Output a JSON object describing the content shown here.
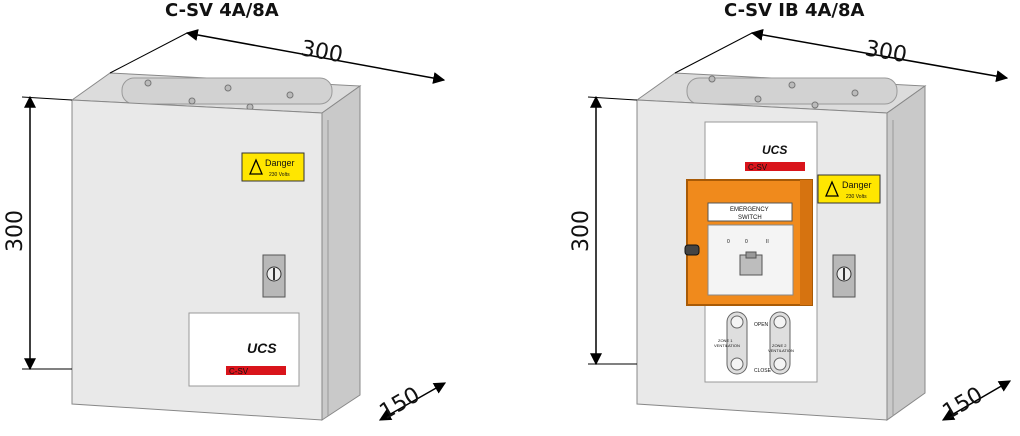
{
  "left_unit": {
    "title": "C-SV 4A/8A",
    "width_dim": "300",
    "height_dim": "300",
    "depth_dim": "150",
    "danger_label": "Danger",
    "danger_sub": "230 Volts",
    "logo_text": "UCS",
    "model_strip": "C-SV"
  },
  "right_unit": {
    "title": "C-SV IB 4A/8A",
    "width_dim": "300",
    "height_dim": "300",
    "depth_dim": "150",
    "danger_label": "Danger",
    "danger_sub": "230 Volts",
    "logo_text": "UCS",
    "model_strip": "C-SV",
    "emergency_label_line1": "EMERGENCY",
    "emergency_label_line2": "SWITCH",
    "switch_positions": [
      "0",
      "0",
      "II"
    ],
    "open_label": "OPEN",
    "close_label": "CLOSE",
    "zone1_label_line1": "ZONE 1",
    "zone1_label_line2": "VENTILATION",
    "zone2_label_line1": "ZONE 2",
    "zone2_label_line2": "VENTILATION"
  },
  "colors": {
    "enclosure": "#e9e9e9",
    "enclosure_side": "#cfcfcf",
    "emergency_box": "#f08a1c",
    "danger_yellow": "#ffe600",
    "strip_red": "#d9141b"
  }
}
